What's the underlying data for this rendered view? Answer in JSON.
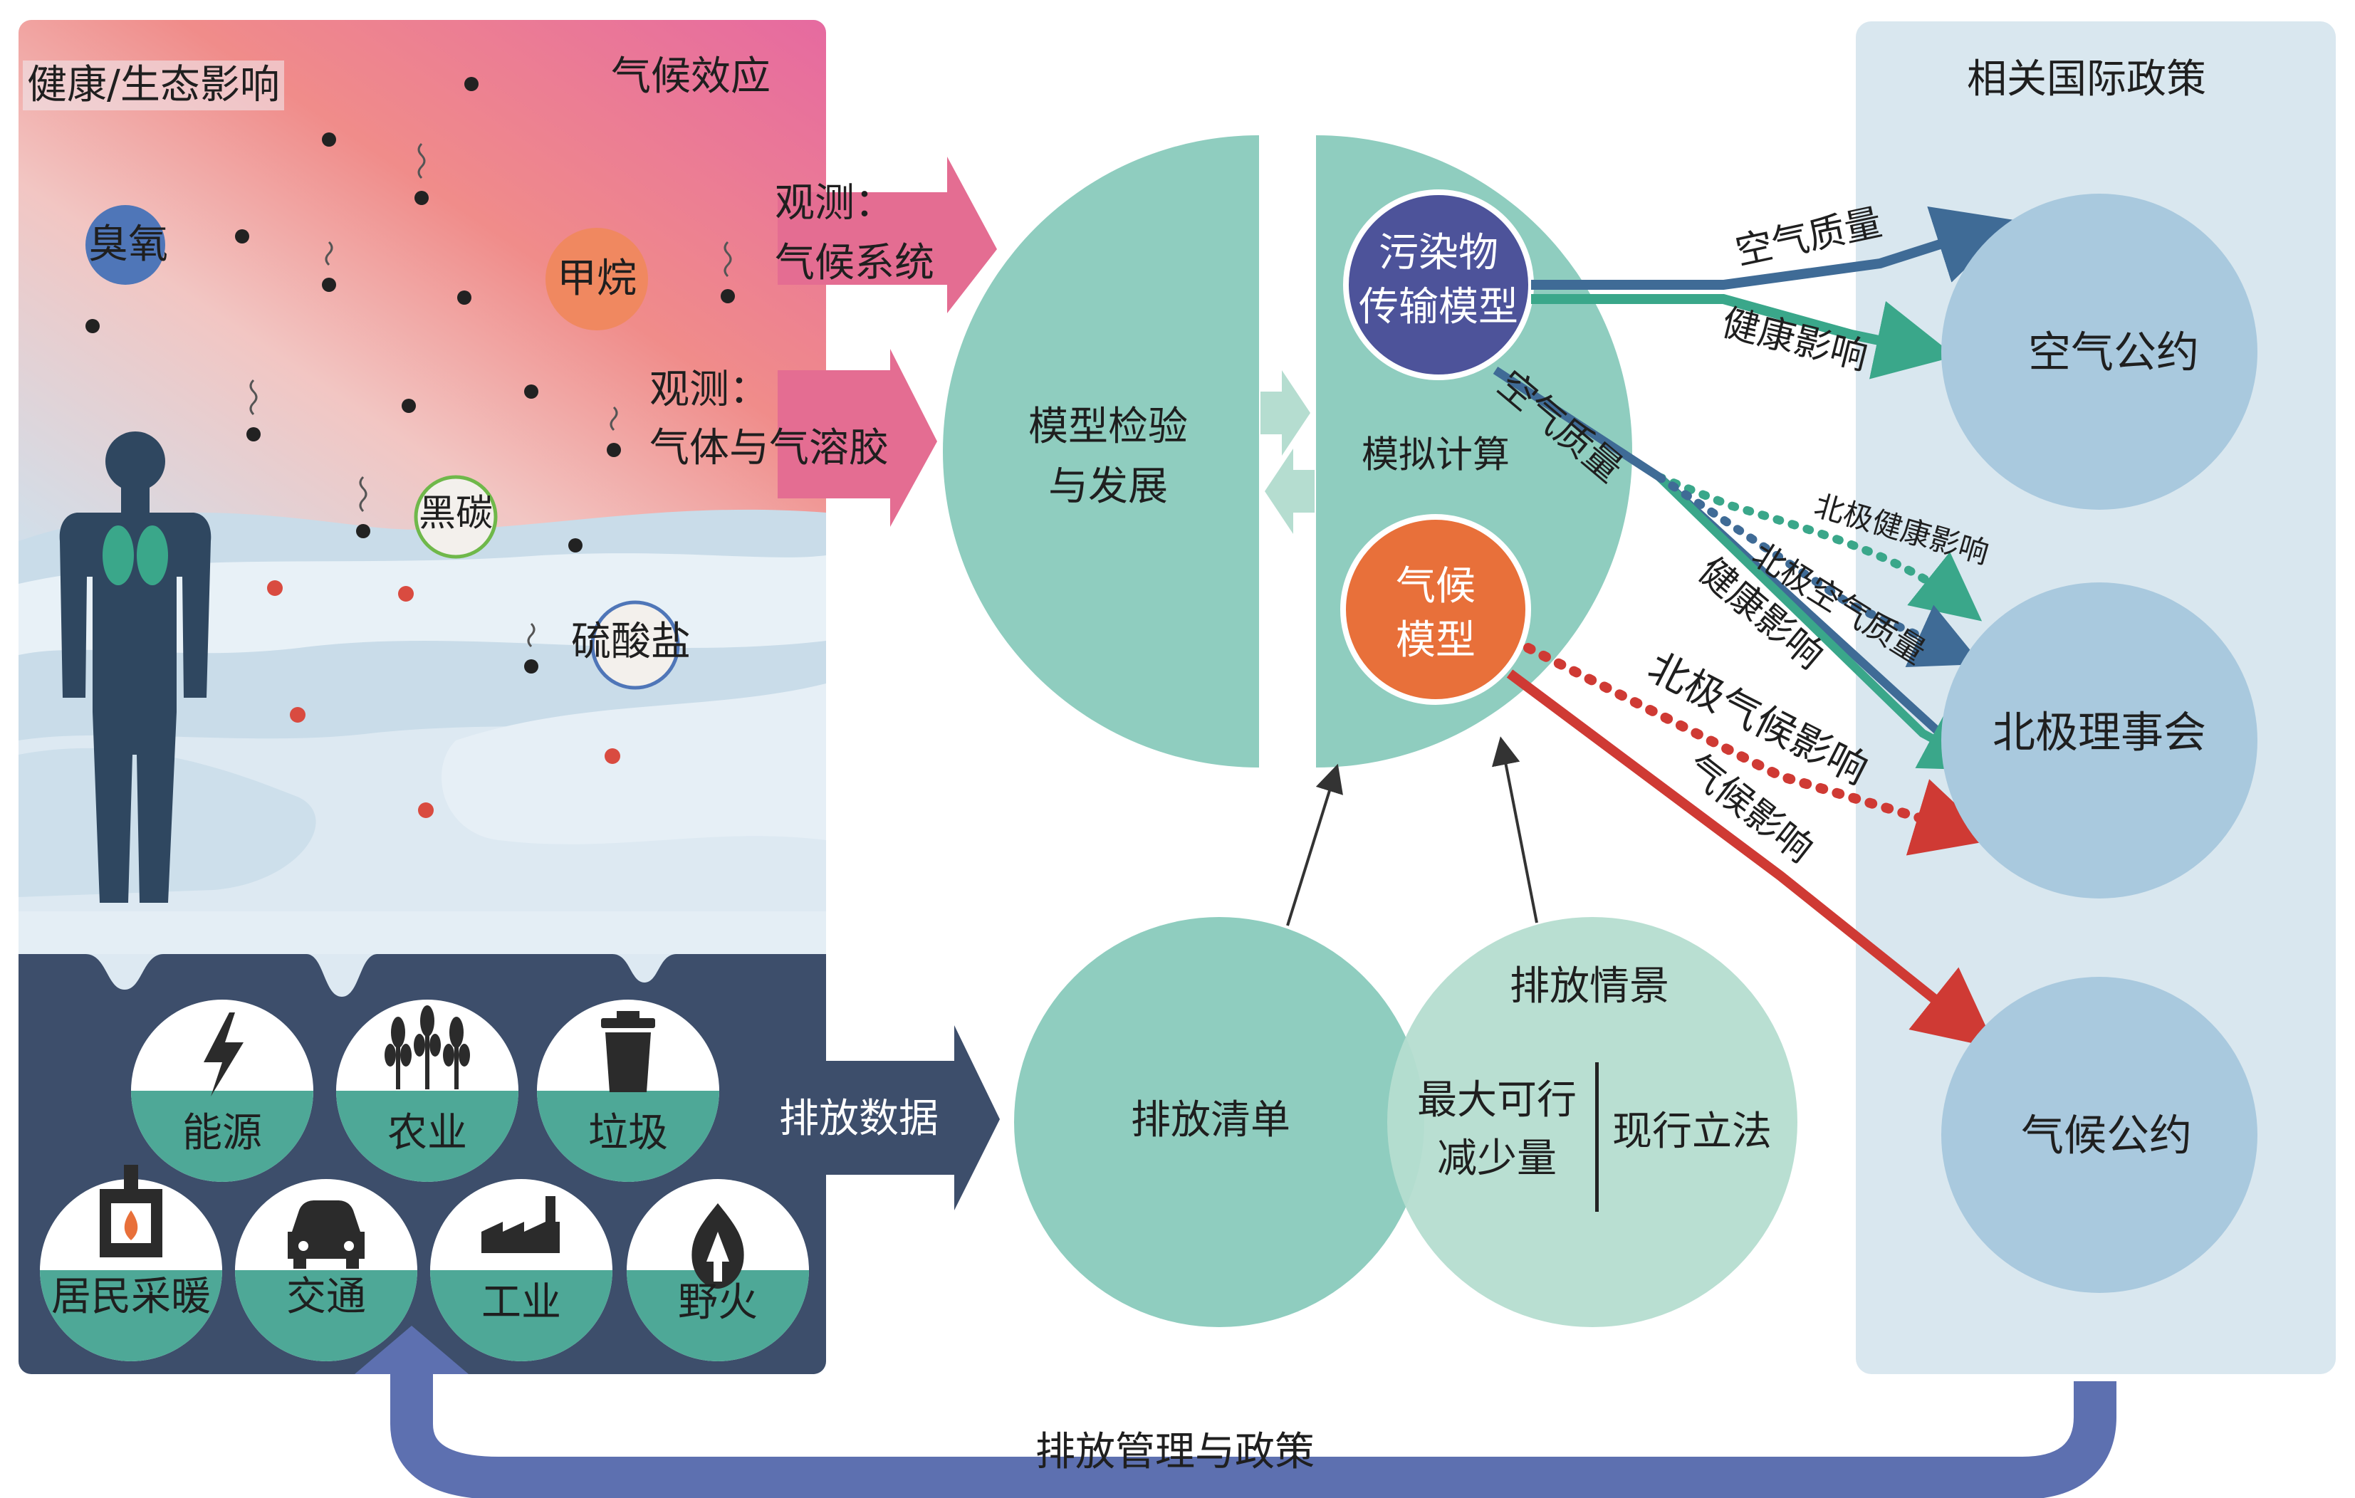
{
  "left_panel": {
    "health_label": "健康/生态影响",
    "climate_label": "气候效应",
    "pollutants": {
      "ozone": "臭氧",
      "methane": "甲烷",
      "black_carbon": "黑碳",
      "sulfate": "硫酸盐"
    },
    "sources": {
      "energy": "能源",
      "agriculture": "农业",
      "waste": "垃圾",
      "residential_heating": "居民采暖",
      "transport": "交通",
      "industry": "工业",
      "wildfire": "野火"
    }
  },
  "arrows": {
    "observe_climate_line1": "观测：",
    "observe_climate_line2": "气候系统",
    "observe_gas_line1": "观测：",
    "observe_gas_line2": "气体与气溶胶",
    "emission_data": "排放数据",
    "management_policy": "排放管理与政策"
  },
  "center": {
    "model_validation_line1": "模型检验",
    "model_validation_line2": "与发展",
    "simulation": "模拟计算",
    "transport_model_line1": "污染物",
    "transport_model_line2": "传输模型",
    "climate_model_line1": "气候",
    "climate_model_line2": "模型",
    "emission_inventory": "排放清单",
    "emission_scenario": "排放情景",
    "max_reduction_line1": "最大可行",
    "max_reduction_line2": "减少量",
    "current_legislation": "现行立法"
  },
  "impacts": {
    "air_quality": "空气质量",
    "health_impact": "健康影响",
    "air_quality_2": "空气质量",
    "arctic_health": "北极健康影响",
    "arctic_air_quality": "北极空气质量",
    "health_impact_2": "健康影响",
    "arctic_climate": "北极气候影响",
    "climate_impact": "气候影响"
  },
  "policy_panel": {
    "title": "相关国际政策",
    "air_convention": "空气公约",
    "arctic_council": "北极理事会",
    "climate_convention": "气候公约"
  },
  "colors": {
    "teal": "#8fcdbf",
    "light_teal": "#b5ddd0",
    "navy": "#3d4e6b",
    "steel_blue": "#3f6b96",
    "green_arrow": "#3aa78a",
    "red_arrow": "#cf3a34",
    "pink_arrow": "#e46d92",
    "policy_circle": "#a9c9de",
    "policy_panel": "#d9e7ef",
    "bottom_loop": "#5d70b0",
    "ozone": "#4f76b8",
    "methane": "#f08860",
    "transport_model": "#4d539a",
    "climate_model": "#e8703a"
  }
}
